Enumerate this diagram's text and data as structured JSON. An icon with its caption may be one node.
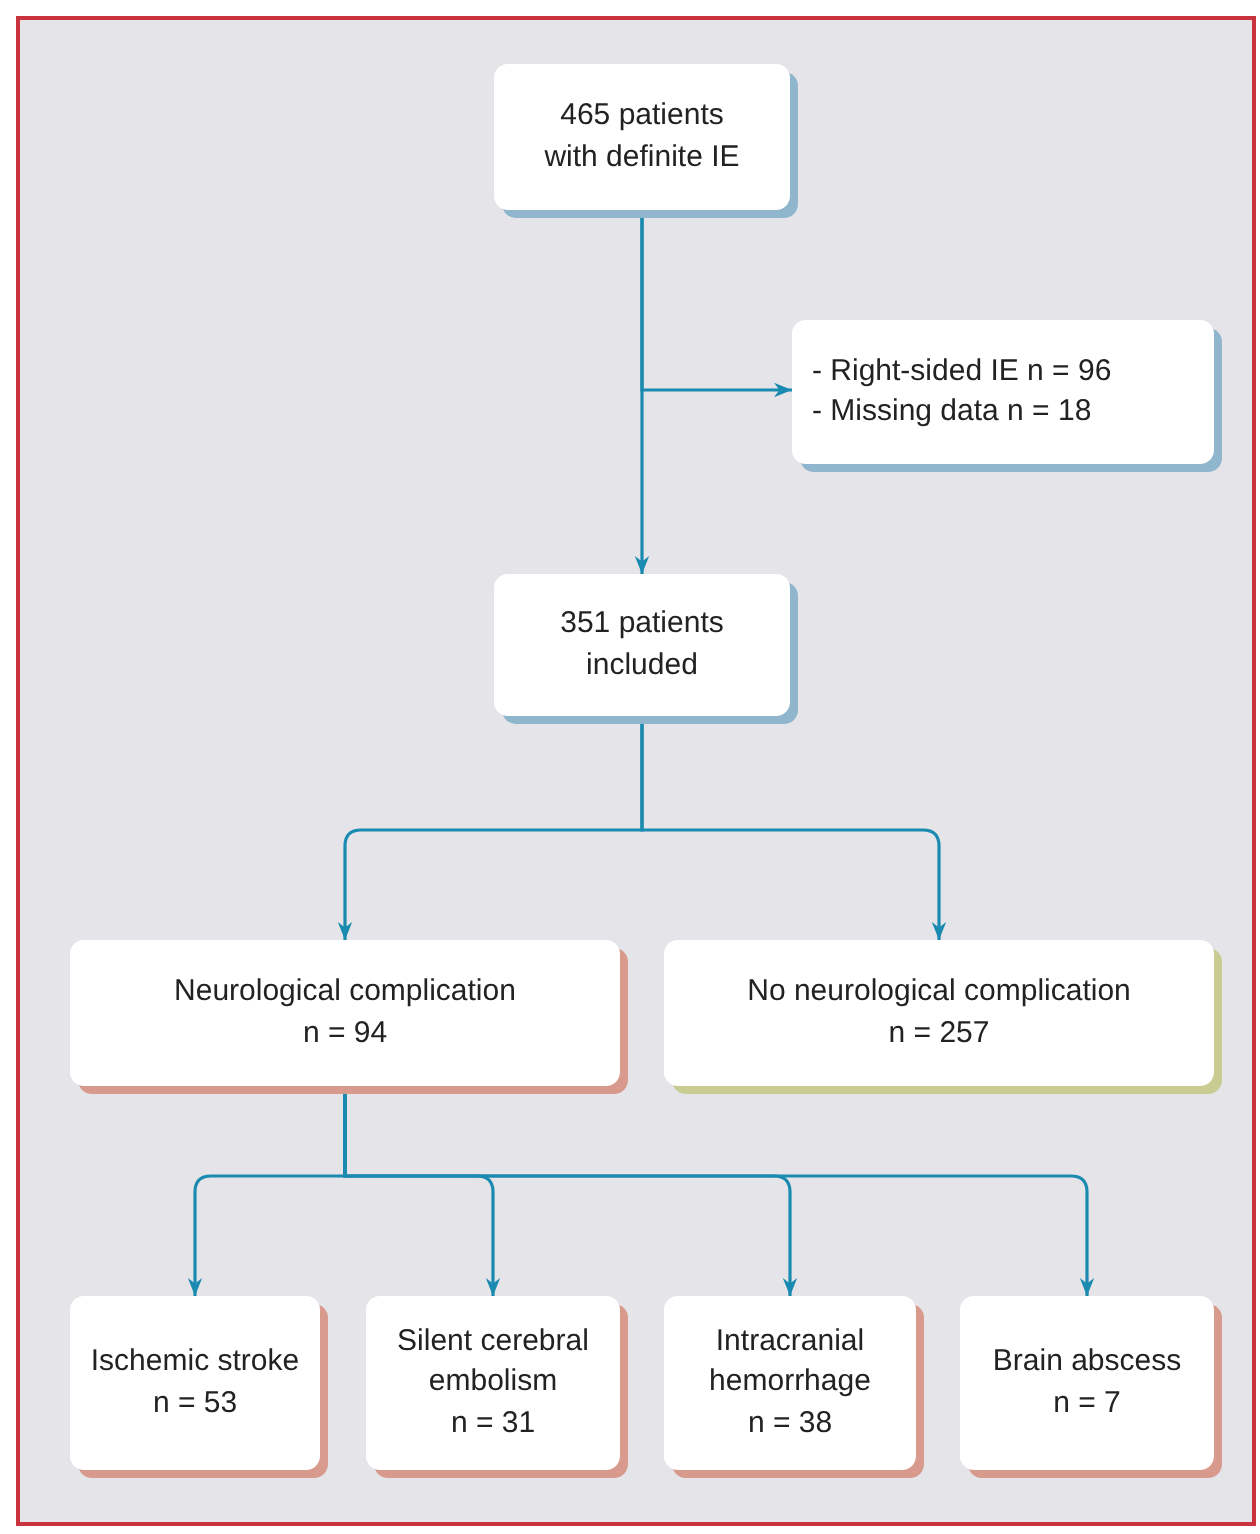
{
  "diagram": {
    "nodes": [
      {
        "text": [
          "465 patients with definite IE"
        ]
      },
      {
        "text": [
          "- Right-sided IE n = 96",
          "- Missing data n = 18"
        ]
      },
      {
        "text": [
          "351 patients included"
        ]
      },
      {
        "text": [
          "Neurological complication",
          "n = 94"
        ]
      },
      {
        "text": [
          "No neurological complication",
          "n = 257"
        ]
      },
      {
        "text": [
          "Ischemic stroke",
          "n = 53"
        ]
      },
      {
        "text": [
          "Silent cerebral embolism",
          "n = 31"
        ]
      },
      {
        "text": [
          "Intracranial hemorrhage",
          "n = 38"
        ]
      },
      {
        "text": [
          "Brain abscess",
          "n = 7"
        ]
      }
    ],
    "edges": [
      {
        "from": 0,
        "to": 1,
        "arrow": "to"
      },
      {
        "from": 0,
        "to": 2,
        "arrow": "to"
      },
      {
        "from": 2,
        "to": 3,
        "arrow": "to"
      },
      {
        "from": 2,
        "to": 4,
        "arrow": "to"
      },
      {
        "from": 3,
        "to": 5,
        "arrow": "to"
      },
      {
        "from": 3,
        "to": 6,
        "arrow": "to"
      },
      {
        "from": 3,
        "to": 7,
        "arrow": "to"
      },
      {
        "from": 3,
        "to": 8,
        "arrow": "to"
      }
    ]
  }
}
